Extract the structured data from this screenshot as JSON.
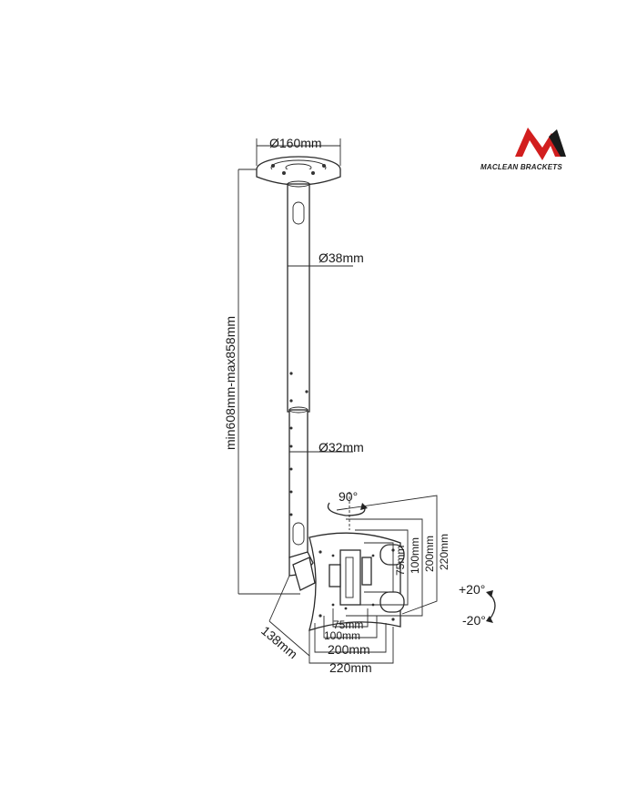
{
  "brand": {
    "name": "MACLEAN BRACKETS",
    "accent": "#d21e1e",
    "dark": "#1a1a1a"
  },
  "dimensions": {
    "plate_diameter": "Ø160mm",
    "upper_tube_diameter": "Ø38mm",
    "lower_tube_diameter": "Ø32mm",
    "height_range": "min608mm-max858mm",
    "rotation": "90°",
    "depth": "138mm",
    "vesa_h_75": "75mm",
    "vesa_h_100": "100mm",
    "vesa_h_200": "200mm",
    "vesa_h_220": "220mm",
    "vesa_v_75": "75mm",
    "vesa_v_100": "100mm",
    "vesa_v_200": "200mm",
    "vesa_v_220": "220mm",
    "tilt_up": "+20°",
    "tilt_down": "-20°"
  }
}
